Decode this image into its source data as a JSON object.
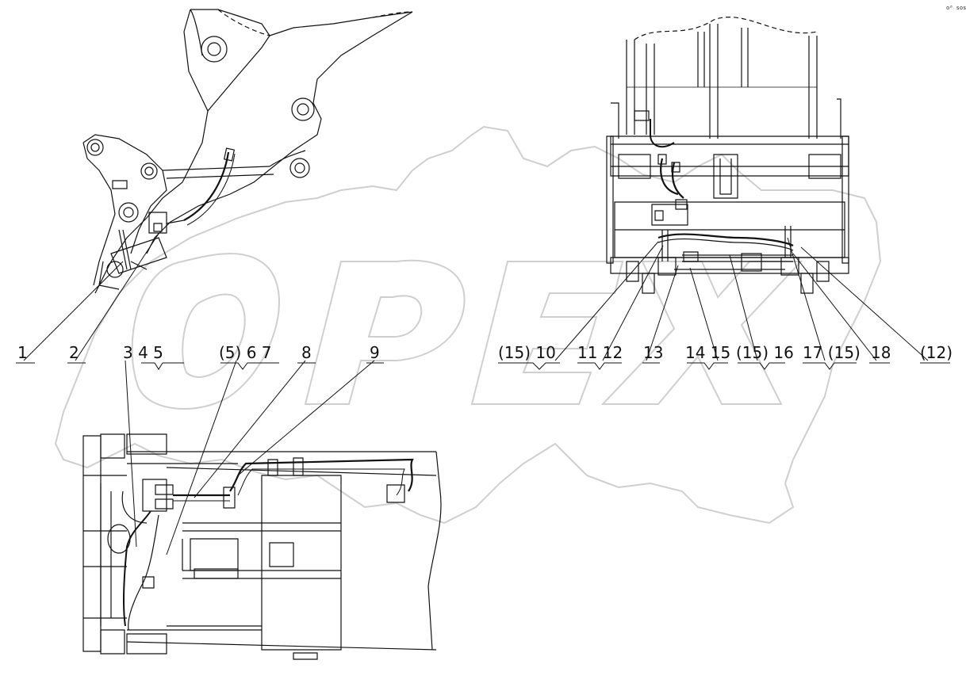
{
  "drawing": {
    "corner_mark": "o⁰ sos",
    "watermark_text": "OPEX",
    "watermark_color": "#d7d7d7",
    "line_color": "#111111"
  },
  "callouts": [
    {
      "id": "c1",
      "text": "1"
    },
    {
      "id": "c2",
      "text": "2"
    },
    {
      "id": "c3",
      "text": "3 4 5"
    },
    {
      "id": "c4",
      "text": "(5) 6 7"
    },
    {
      "id": "c5",
      "text": "8"
    },
    {
      "id": "c6",
      "text": "9"
    },
    {
      "id": "c7",
      "text": "(15) 10"
    },
    {
      "id": "c8",
      "text": "11 12"
    },
    {
      "id": "c9",
      "text": "13"
    },
    {
      "id": "c10",
      "text": "14 15"
    },
    {
      "id": "c11",
      "text": "(15) 16"
    },
    {
      "id": "c12",
      "text": "17 (15)"
    },
    {
      "id": "c13",
      "text": "18"
    },
    {
      "id": "c14",
      "text": "(12)"
    }
  ]
}
